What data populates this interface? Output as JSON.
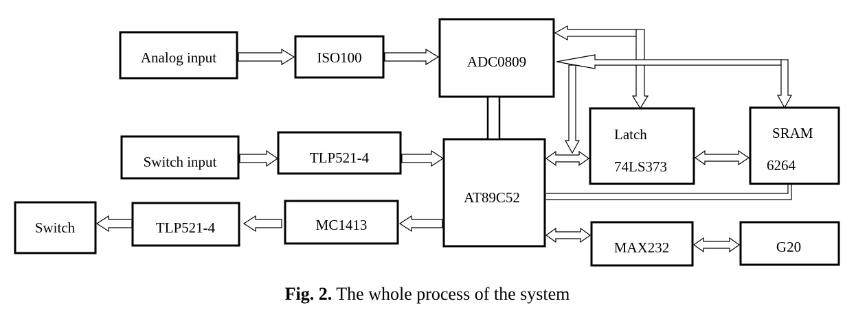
{
  "diagram": {
    "blocks": {
      "analog_input": "Analog input",
      "iso100": "ISO100",
      "adc0809": "ADC0809",
      "latch_title": "Latch",
      "latch_part": "74LS373",
      "sram_title": "SRAM",
      "sram_part": "6264",
      "switch_input": "Switch input",
      "tlp_in": "TLP521-4",
      "at89c52": "AT89C52",
      "switch_out": "Switch",
      "tlp_out": "TLP521-4",
      "mc1413": "MC1413",
      "max232": "MAX232",
      "g20": "G20"
    },
    "caption": {
      "label": "Fig. 2.",
      "text": "The whole process of the system"
    }
  }
}
